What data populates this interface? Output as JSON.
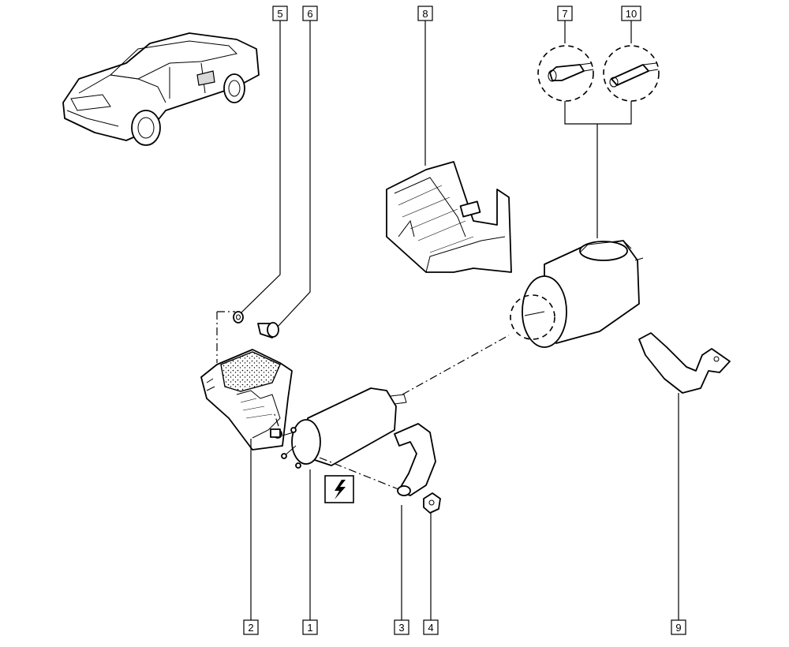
{
  "callouts": [
    {
      "id": "1",
      "label": "1"
    },
    {
      "id": "2",
      "label": "2"
    },
    {
      "id": "3",
      "label": "3"
    },
    {
      "id": "4",
      "label": "4"
    },
    {
      "id": "5",
      "label": "5"
    },
    {
      "id": "6",
      "label": "6"
    },
    {
      "id": "7",
      "label": "7"
    },
    {
      "id": "8",
      "label": "8"
    },
    {
      "id": "9",
      "label": "9"
    },
    {
      "id": "10",
      "label": "10"
    }
  ],
  "icons": {
    "electrical_symbol": "lightning-bolt-icon",
    "vehicle": "car-illustration"
  }
}
